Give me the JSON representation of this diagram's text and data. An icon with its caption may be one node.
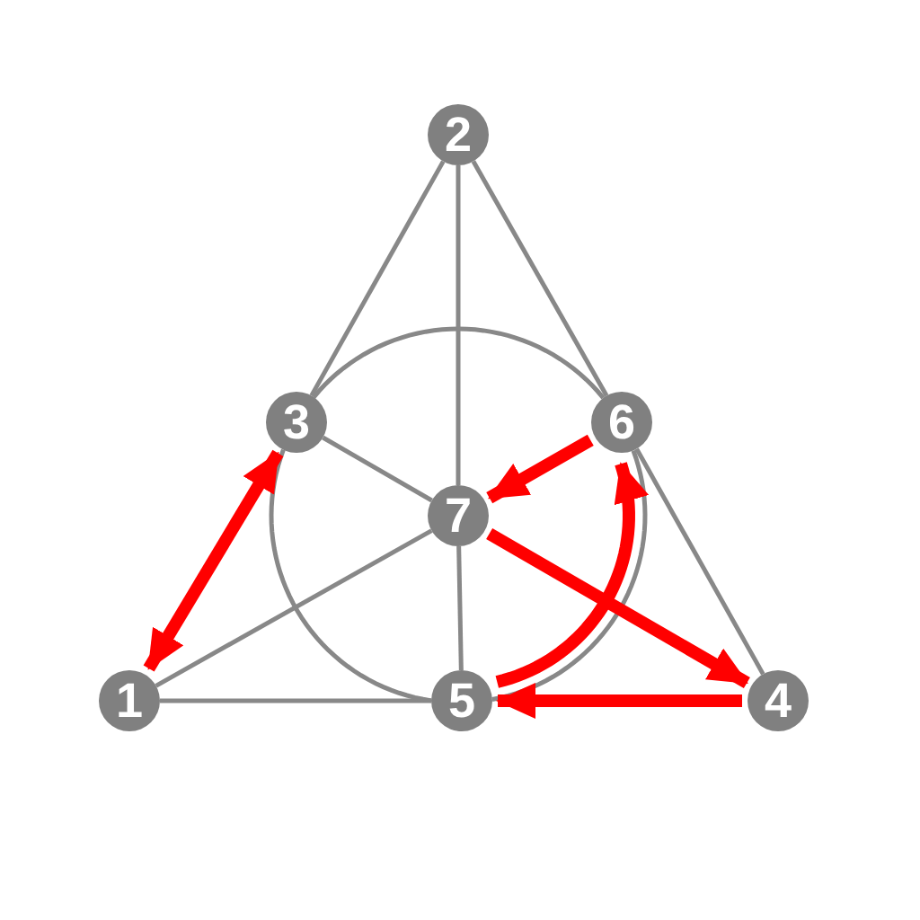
{
  "diagram": {
    "nodes": [
      {
        "text": [
          "1"
        ]
      },
      {
        "text": [
          "2"
        ]
      },
      {
        "text": [
          "3"
        ]
      },
      {
        "text": [
          "4"
        ]
      },
      {
        "text": [
          "5"
        ]
      },
      {
        "text": [
          "6"
        ]
      },
      {
        "text": [
          "7"
        ]
      }
    ],
    "edges": [
      {
        "from": 2,
        "to": 1,
        "arrow": "none"
      },
      {
        "from": 1,
        "to": 5,
        "arrow": "none"
      },
      {
        "from": 5,
        "to": 3,
        "arrow": "none"
      },
      {
        "from": 0,
        "to": 4,
        "arrow": "none"
      },
      {
        "from": 1,
        "to": 6,
        "arrow": "none"
      },
      {
        "from": 6,
        "to": 4,
        "arrow": "none"
      },
      {
        "from": 0,
        "to": 6,
        "arrow": "none"
      },
      {
        "from": 2,
        "to": 6,
        "arrow": "none"
      },
      {
        "from": 2,
        "to": 5,
        "arrow": "none"
      },
      {
        "from": 5,
        "to": 4,
        "arrow": "none"
      },
      {
        "from": 4,
        "to": 2,
        "arrow": "none"
      },
      {
        "from": 0,
        "to": 2,
        "arrow": "both",
        "style": "thick",
        "color": "#ff0000"
      },
      {
        "from": 5,
        "to": 6,
        "arrow": "to",
        "style": "thick",
        "color": "#ff0000"
      },
      {
        "from": 6,
        "to": 3,
        "arrow": "to",
        "style": "thick",
        "color": "#ff0000"
      },
      {
        "from": 3,
        "to": 4,
        "arrow": "to",
        "style": "thick",
        "color": "#ff0000"
      },
      {
        "from": 4,
        "to": 5,
        "arrow": "to",
        "style": "thick",
        "color": "#ff0000"
      }
    ]
  }
}
